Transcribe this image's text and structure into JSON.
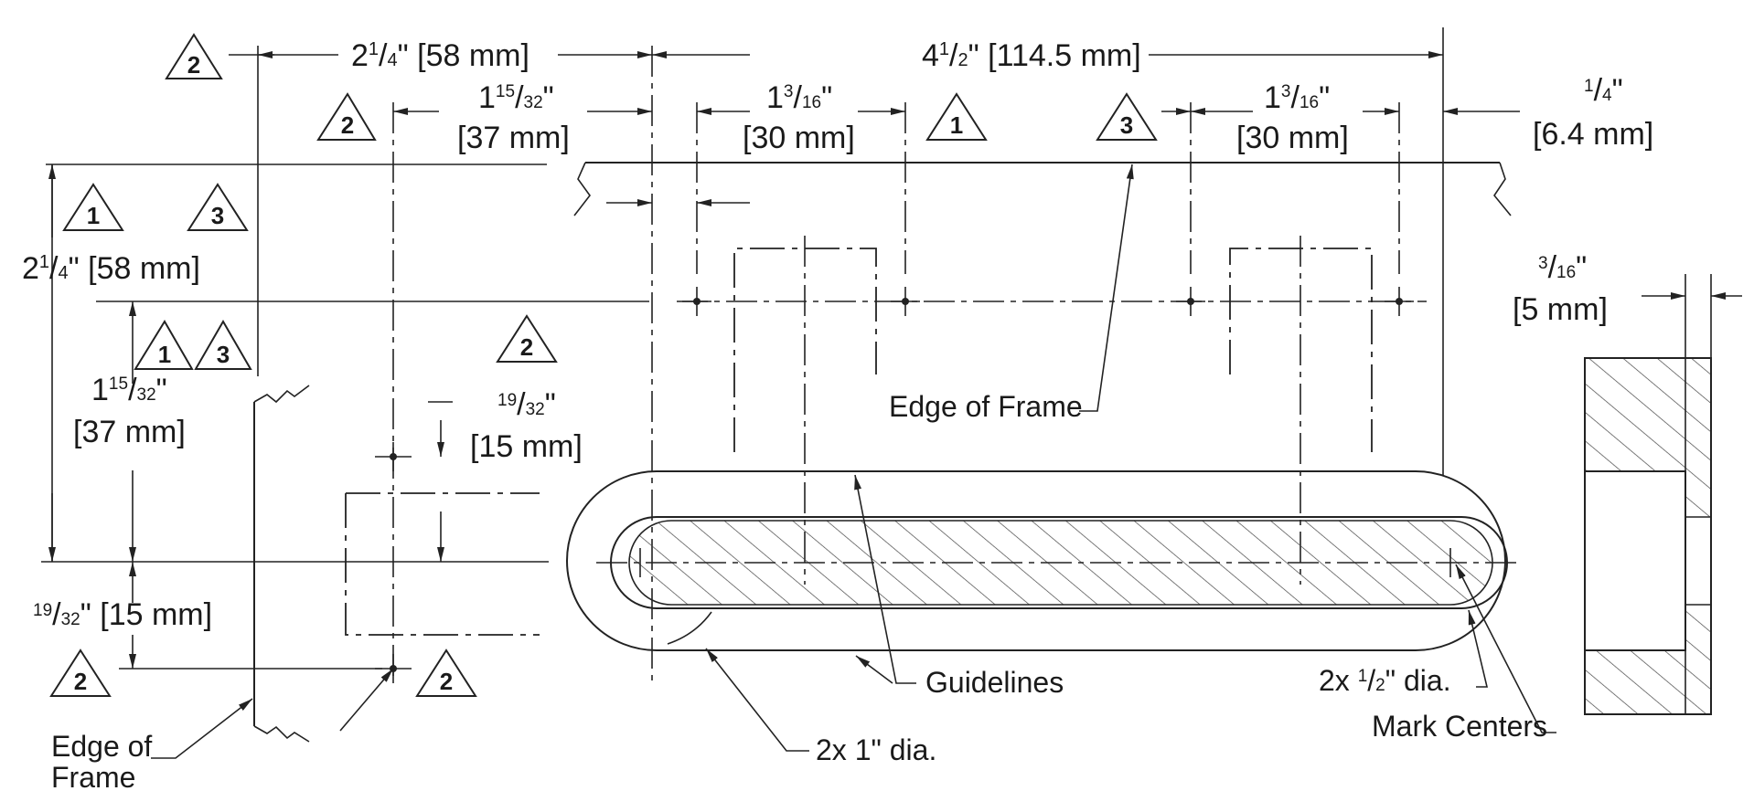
{
  "dims": {
    "top_left_width": {
      "whole": "2",
      "num": "1",
      "den": "4",
      "metric": "\" [58 mm]"
    },
    "top_overall_width": {
      "whole": "4",
      "num": "1",
      "den": "2",
      "metric": "\" [114.5 mm]"
    },
    "offset_left": {
      "whole": "1",
      "num": "15",
      "den": "32",
      "metric": "\"",
      "metric2": "[37 mm]"
    },
    "slot_span_left": {
      "whole": "1",
      "num": "3",
      "den": "16",
      "metric": "\"",
      "metric2": "[30 mm]"
    },
    "slot_span_right": {
      "whole": "1",
      "num": "3",
      "den": "16",
      "metric": "\"",
      "metric2": "[30 mm]"
    },
    "edge_quarter": {
      "num": "1",
      "den": "4",
      "metric": "\"",
      "metric2": "[6.4 mm]"
    },
    "left_height": {
      "whole": "2",
      "num": "1",
      "den": "4",
      "metric": "\" [58 mm]"
    },
    "left_lower": {
      "whole": "1",
      "num": "15",
      "den": "32",
      "metric": "\"",
      "metric2": "[37 mm]"
    },
    "left_small": {
      "num": "19",
      "den": "32",
      "metric": "\" [15 mm]"
    },
    "mid_small": {
      "num": "19",
      "den": "32",
      "metric": "\"",
      "metric2": "[15 mm]"
    },
    "side_thickness": {
      "num": "3",
      "den": "16",
      "metric": "\"",
      "metric2": "[5 mm]"
    }
  },
  "notes": {
    "edge_of_frame_top": "Edge of Frame",
    "edge_of_frame_left_1": "Edge of",
    "edge_of_frame_left_2": "Frame",
    "guidelines": "Guidelines",
    "big_dia": "2x 1\" dia.",
    "small_dia_prefix": "2x",
    "small_dia_num": "1",
    "small_dia_den": "2",
    "small_dia_suffix": "\" dia.",
    "mark_centers": "Mark Centers"
  },
  "flags": {
    "f_top_left_2": "2",
    "f_mid_left_2": "2",
    "f_top_1": "1",
    "f_top_3": "3",
    "f_left_1": "1",
    "f_left_3": "3",
    "f_left_low_1": "1",
    "f_left_low_3": "3",
    "f_center_2": "2",
    "f_bottom_left_2": "2",
    "f_bottom_mid_2": "2"
  }
}
